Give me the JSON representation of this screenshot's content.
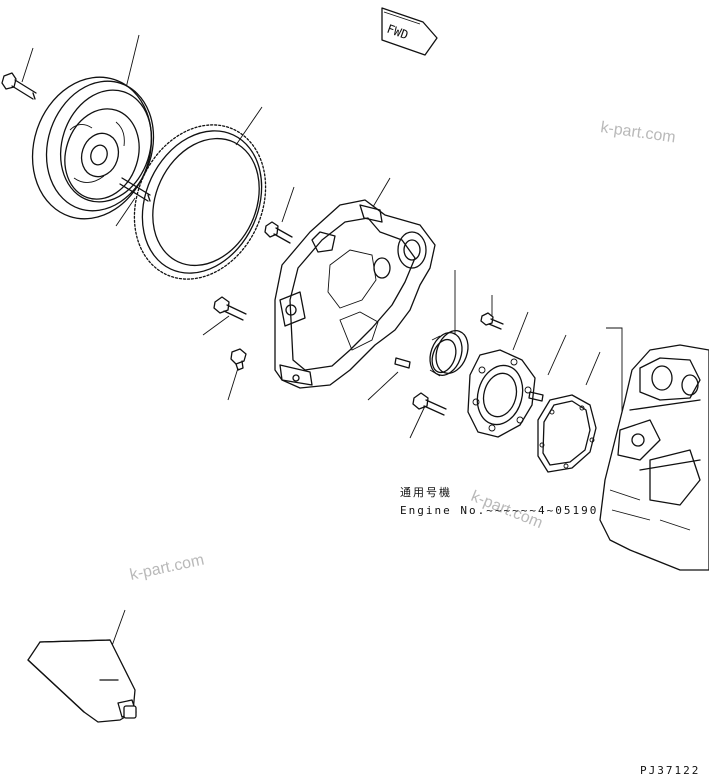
{
  "fwd_label": "FWD",
  "applicability": {
    "title": "通用号機",
    "engine_line": "Engine No.~~~~~~4~05190"
  },
  "watermark": "k-part.com",
  "drawing_id": "PJ37122"
}
